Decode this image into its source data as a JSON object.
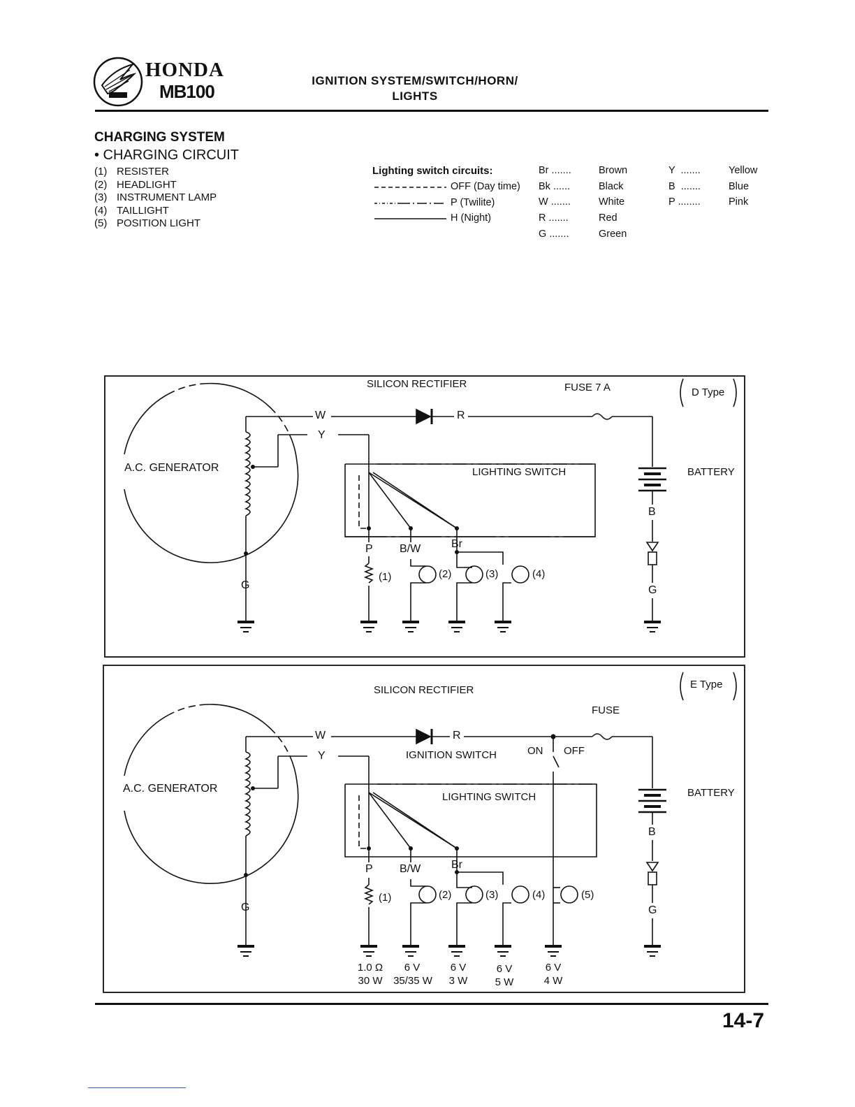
{
  "header": {
    "brand": "HONDA",
    "model": "MB100",
    "title_line1": "IGNITION SYSTEM/SWITCH/HORN/",
    "title_line2": "LIGHTS"
  },
  "section": {
    "title": "CHARGING SYSTEM",
    "subtitle": "• CHARGING CIRCUIT",
    "parts": [
      {
        "num": "(1)",
        "label": "RESISTER"
      },
      {
        "num": "(2)",
        "label": "HEADLIGHT"
      },
      {
        "num": "(3)",
        "label": "INSTRUMENT LAMP"
      },
      {
        "num": "(4)",
        "label": "TAILLIGHT"
      },
      {
        "num": "(5)",
        "label": "POSITION LIGHT"
      }
    ]
  },
  "lighting_legend": {
    "title": "Lighting switch circuits:",
    "rows": [
      {
        "label": "OFF (Day time)"
      },
      {
        "label": "P (Twilite)"
      },
      {
        "label": "H (Night)"
      }
    ]
  },
  "color_codes": {
    "col1": [
      {
        "code": "Br",
        "name": "Brown"
      },
      {
        "code": "Bk",
        "name": "Black"
      },
      {
        "code": "W",
        "name": "White"
      },
      {
        "code": "R",
        "name": "Red"
      },
      {
        "code": "G",
        "name": "Green"
      }
    ],
    "col2": [
      {
        "code": "Y",
        "name": "Yellow"
      },
      {
        "code": "B",
        "name": "Blue"
      },
      {
        "code": "P",
        "name": "Pink"
      }
    ]
  },
  "diagram_d": {
    "rectifier": "SILICON RECTIFIER",
    "fuse": "FUSE 7 A",
    "type": "D Type",
    "generator": "A.C. GENERATOR",
    "lighting_switch": "LIGHTING SWITCH",
    "battery": "BATTERY",
    "wire_w": "W",
    "wire_y": "Y",
    "wire_r": "R",
    "wire_g": "G",
    "wire_b": "B",
    "wire_p": "P",
    "wire_bw": "B/W",
    "wire_br": "Br",
    "wire_g2": "G",
    "lamps": [
      "(1)",
      "(2)",
      "(3)",
      "(4)"
    ]
  },
  "diagram_e": {
    "rectifier": "SILICON RECTIFIER",
    "fuse": "FUSE",
    "type": "E Type",
    "generator": "A.C. GENERATOR",
    "ignition_switch": "IGNITION SWITCH",
    "on": "ON",
    "off": "OFF",
    "lighting_switch": "LIGHTING SWITCH",
    "battery": "BATTERY",
    "wire_w": "W",
    "wire_y": "Y",
    "wire_r": "R",
    "wire_g": "G",
    "wire_b": "B",
    "wire_p": "P",
    "wire_bw": "B/W",
    "wire_br": "Br",
    "wire_g2": "G",
    "lamps": [
      "(1)",
      "(2)",
      "(3)",
      "(4)",
      "(5)"
    ],
    "ratings": [
      {
        "top": "1.0 Ω",
        "bottom": "30 W"
      },
      {
        "top": "6 V",
        "bottom": "35/35 W"
      },
      {
        "top": "6 V",
        "bottom": "3 W"
      },
      {
        "top": "6 V",
        "bottom": "5 W"
      },
      {
        "top": "6 V",
        "bottom": "4 W"
      }
    ]
  },
  "page_number": "14-7"
}
